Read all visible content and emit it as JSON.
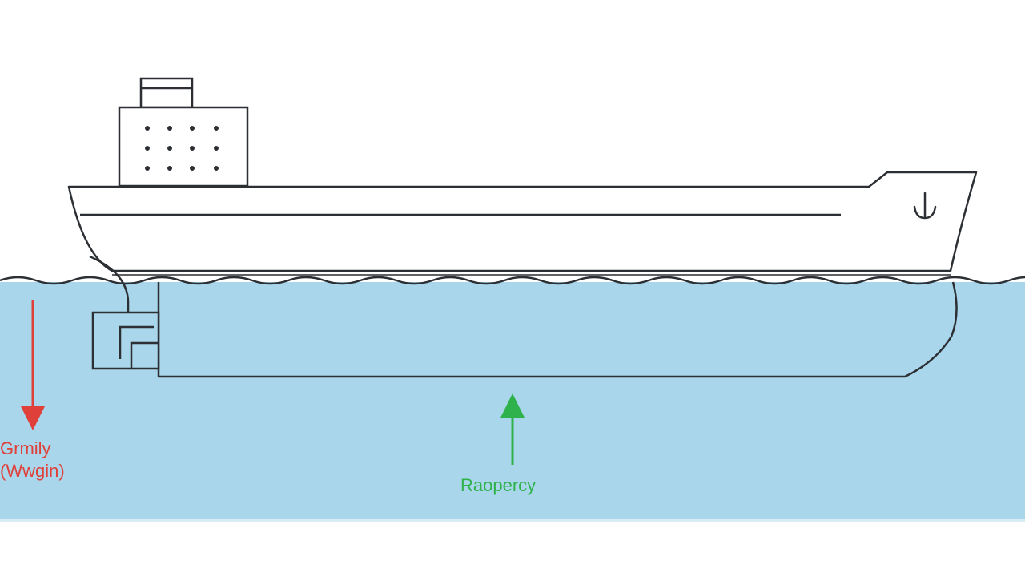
{
  "labels": {
    "gravity_line1": "Grmily",
    "gravity_line2": "(Wwgin)",
    "buoyancy": "Raopercy"
  },
  "colors": {
    "background": "#ffffff",
    "water": "#a9d6ea",
    "outline": "#2c2f33",
    "gravity": "#e0403a",
    "buoyancy": "#2fb24c"
  },
  "icons": {
    "ship_mark": "anchor-icon"
  }
}
